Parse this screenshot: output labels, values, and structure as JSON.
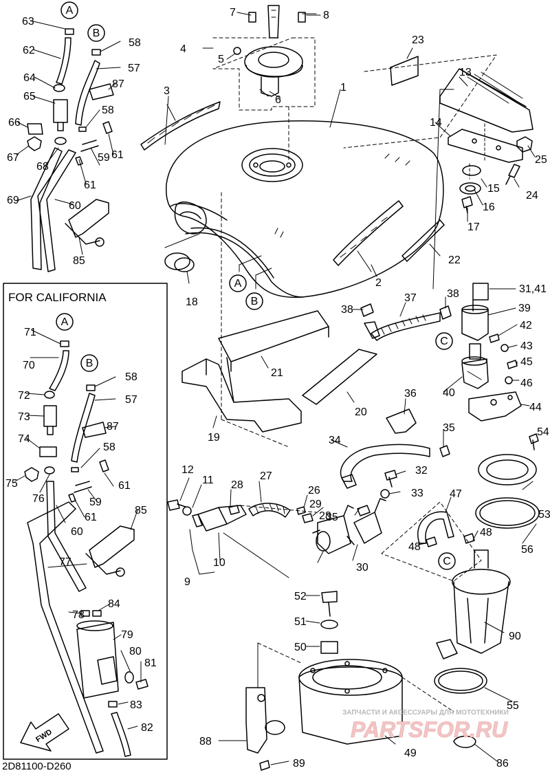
{
  "diagram": {
    "code": "2D81100-D260",
    "california_title": "FOR CALIFORNIA",
    "fwd_label": "FWD",
    "watermark_small": "ЗАПЧАСТИ И АКСЕССУАРЫ ДЛЯ МОТОТЕХНИКИ",
    "watermark_large": "PARTSFOR.RU",
    "connectors": [
      {
        "id": "A-top",
        "letter": "A"
      },
      {
        "id": "B-top",
        "letter": "B"
      },
      {
        "id": "A-tank",
        "letter": "A"
      },
      {
        "id": "B-tank",
        "letter": "B"
      },
      {
        "id": "C-pump",
        "letter": "C"
      },
      {
        "id": "C-lower",
        "letter": "C"
      },
      {
        "id": "A-cal",
        "letter": "A"
      },
      {
        "id": "B-cal",
        "letter": "B"
      }
    ],
    "callouts": [
      "1",
      "2",
      "3",
      "4",
      "5",
      "6",
      "7",
      "8",
      "9",
      "10",
      "11",
      "12",
      "13",
      "14",
      "15",
      "16",
      "17",
      "18",
      "19",
      "20",
      "21",
      "22",
      "23",
      "24",
      "25",
      "26",
      "27",
      "28",
      "28",
      "29",
      "30",
      "31,41",
      "32",
      "33",
      "34",
      "35",
      "35",
      "36",
      "37",
      "38",
      "38",
      "39",
      "40",
      "42",
      "43",
      "44",
      "45",
      "46",
      "47",
      "48",
      "48",
      "49",
      "50",
      "51",
      "52",
      "53",
      "54",
      "55",
      "56",
      "57",
      "57",
      "58",
      "58",
      "58",
      "58",
      "59",
      "59",
      "60",
      "60",
      "61",
      "61",
      "61",
      "61",
      "62",
      "63",
      "64",
      "65",
      "66",
      "67",
      "68",
      "69",
      "70",
      "71",
      "72",
      "73",
      "74",
      "75",
      "76",
      "77",
      "78",
      "79",
      "80",
      "81",
      "82",
      "83",
      "84",
      "85",
      "85",
      "86",
      "87",
      "87",
      "88",
      "89",
      "90"
    ]
  }
}
